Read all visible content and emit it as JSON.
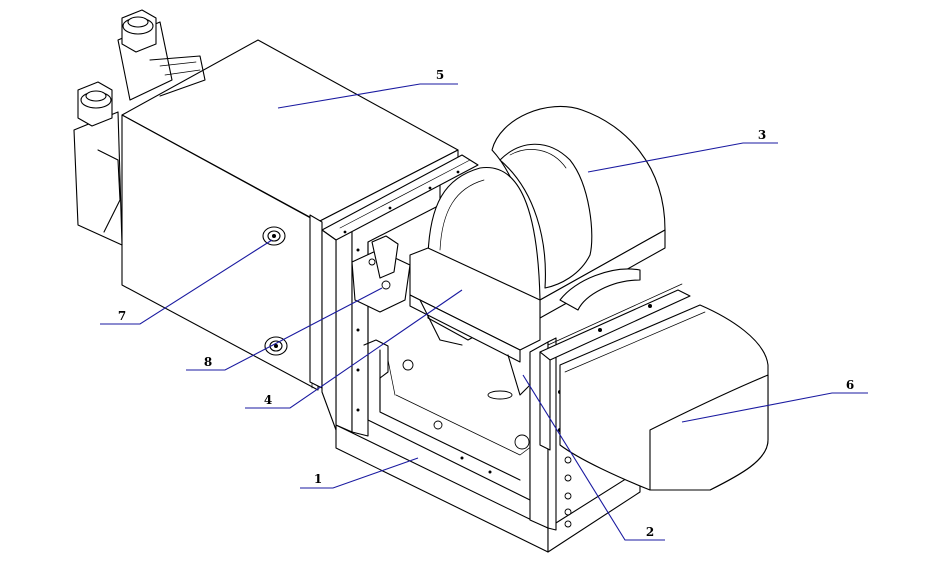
{
  "callouts": [
    {
      "id": "1",
      "label": "1"
    },
    {
      "id": "2",
      "label": "2"
    },
    {
      "id": "3",
      "label": "3"
    },
    {
      "id": "4",
      "label": "4"
    },
    {
      "id": "5",
      "label": "5"
    },
    {
      "id": "6",
      "label": "6"
    },
    {
      "id": "7",
      "label": "7"
    },
    {
      "id": "8",
      "label": "8"
    }
  ],
  "colors": {
    "line": "#000000",
    "leader": "#1a1aa0",
    "background": "#ffffff"
  }
}
